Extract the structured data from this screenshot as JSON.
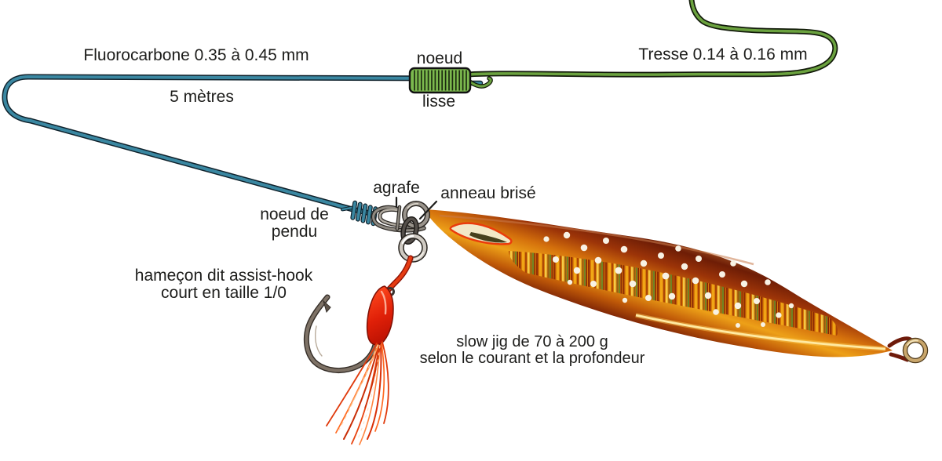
{
  "diagram": {
    "labels": {
      "fluorocarbon": "Fluorocarbone 0.35 à 0.45 mm",
      "fluorocarbon_length": "5 mètres",
      "main_knot_line1": "noeud",
      "main_knot_line2": "lisse",
      "braid": "Tresse 0.14 à 0.16 mm",
      "snap": "agrafe",
      "split_ring": "anneau brisé",
      "hangman_knot_line1": "noeud de",
      "hangman_knot_line2": "pendu",
      "hook_line1": "hameçon dit assist-hook",
      "hook_line2": "court en taille 1/0",
      "jig_line1": "slow jig de 70 à 200 g",
      "jig_line2": "selon le courant et la profondeur"
    },
    "colors": {
      "fluorocarbon_line": "#3a87a1",
      "braid_line": "#6ba23f",
      "knot_wrap": "#7cb94e",
      "assist_cord": "#e63c12",
      "tinsel": "#e8430f",
      "hook_metal": "#7e7266",
      "hardware_metal": "#8f8a82",
      "silver_ring": "#cfcac2",
      "jig_dark": "#4a0e03",
      "jig_orange": "#eb9812",
      "jig_keel_highlight": "#ffeaa2",
      "tail_ring_gold": "#c9a66b",
      "text": "#1d1d1b"
    }
  }
}
